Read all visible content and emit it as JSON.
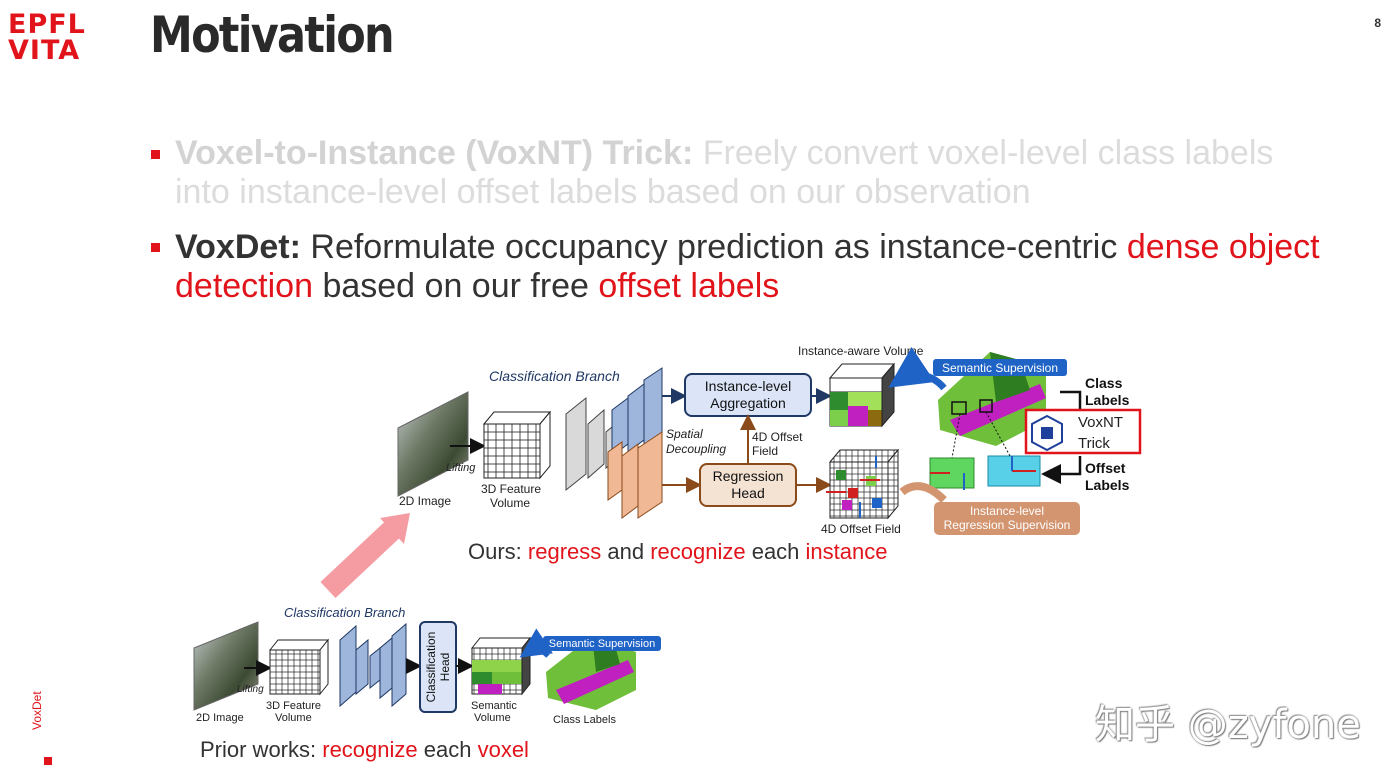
{
  "logo": {
    "line1": "EPFL",
    "line2": "VITA"
  },
  "title": "Motivation",
  "page_number": "8",
  "bullets": [
    {
      "bold": "Voxel-to-Instance (VoxNT) Trick:",
      "text": " Freely convert voxel-level class labels into instance-level offset labels based on our observation"
    },
    {
      "bold": "VoxDet:",
      "text1": " Reformulate occupancy prediction as instance-centric ",
      "red1": "dense object detection",
      "text2": " based on our free ",
      "red2": "offset labels"
    }
  ],
  "top_figure": {
    "classification_branch": "Classification Branch",
    "lifting": "Lifting",
    "image_label": "2D Image",
    "feature_volume_label_1": "3D Feature",
    "feature_volume_label_2": "Volume",
    "spatial_decoupling_1": "Spatial",
    "spatial_decoupling_2": "Decoupling",
    "aggregation_1": "Instance-level",
    "aggregation_2": "Aggregation",
    "offset_field_label_1": "4D Offset",
    "offset_field_label_2": "Field",
    "regression_1": "Regression",
    "regression_2": "Head",
    "instance_volume": "Instance-aware Volume",
    "semantic_supervision": "Semantic Supervision",
    "class_labels_1": "Class",
    "class_labels_2": "Labels",
    "voxnt_1": "VoxNT",
    "voxnt_2": "Trick",
    "offset_labels_1": "Offset",
    "offset_labels_2": "Labels",
    "regression_supervision_1": "Instance-level",
    "regression_supervision_2": "Regression Supervision",
    "offset_field_bottom": "4D Offset Field"
  },
  "ours_caption": {
    "prefix": "Ours: ",
    "regress": "regress",
    "and": " and ",
    "recognize": "recognize",
    "each": " each ",
    "instance": "instance"
  },
  "bottom_figure": {
    "classification_branch": "Classification Branch",
    "lifting": "Lifting",
    "image_label": "2D Image",
    "feature_volume_label_1": "3D Feature",
    "feature_volume_label_2": "Volume",
    "classification_head_1": "Classification",
    "classification_head_2": "Head",
    "semantic_volume_1": "Semantic",
    "semantic_volume_2": "Volume",
    "semantic_supervision": "Semantic Supervision",
    "class_labels": "Class Labels"
  },
  "prior_caption": {
    "prefix": "Prior works: ",
    "recognize": "recognize",
    "each": " each ",
    "voxel": "voxel"
  },
  "side_label": "VoxDet",
  "watermark": "知乎 @zyfone",
  "colors": {
    "accent_red": "#e2141b",
    "blue_box": "#dbe5f7",
    "orange_box": "#f4e2d3",
    "supervision_blue": "#1f63c6",
    "supervision_orange": "#d39470"
  }
}
